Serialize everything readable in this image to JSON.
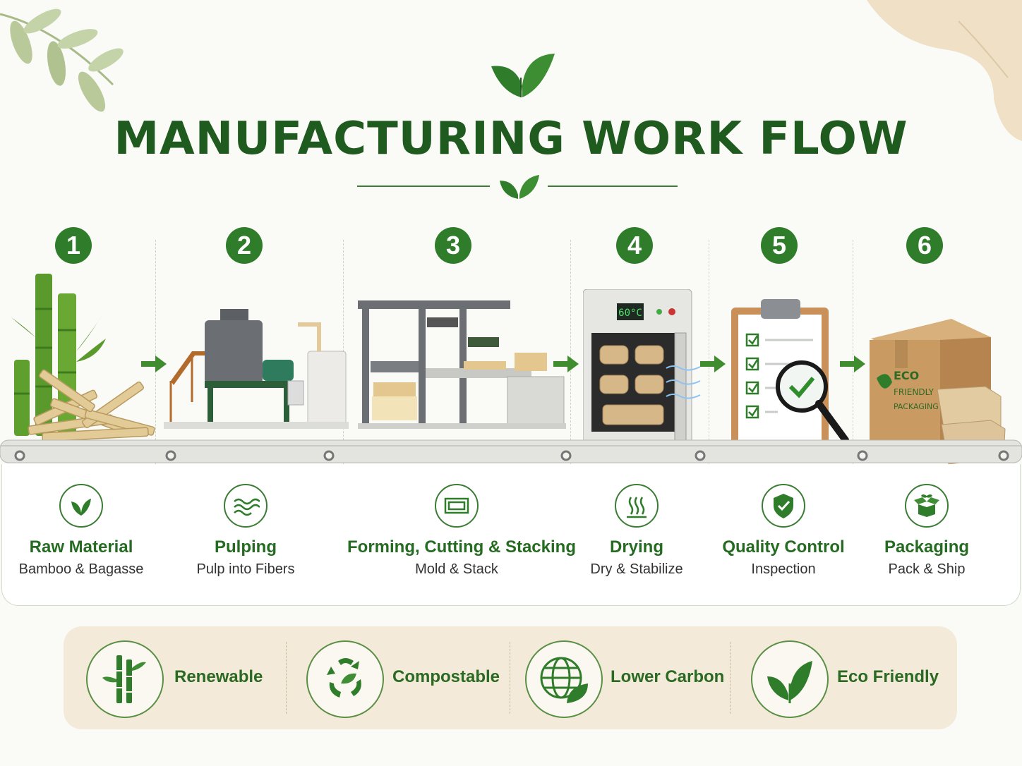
{
  "title": "MANUFACTURING WORK FLOW",
  "steps": [
    {
      "number": "1",
      "title": "Raw Material",
      "subtitle": "Bamboo & Bagasse"
    },
    {
      "number": "2",
      "title": "Pulping",
      "subtitle": "Pulp into Fibers"
    },
    {
      "number": "3",
      "title": "Forming, Cutting & Stacking",
      "subtitle": "Mold & Stack"
    },
    {
      "number": "4",
      "title": "Drying",
      "subtitle": "Dry & Stabilize"
    },
    {
      "number": "5",
      "title": "Quality Control",
      "subtitle": "Inspection"
    },
    {
      "number": "6",
      "title": "Packaging",
      "subtitle": "Pack & Ship"
    }
  ],
  "oven_display": "60°C",
  "box_label": [
    "ECO",
    "FRIENDLY",
    "PACKAGING"
  ],
  "benefits": [
    {
      "label": "Renewable",
      "icon": "bamboo-icon"
    },
    {
      "label": "Compostable",
      "icon": "recycle-icon"
    },
    {
      "label": "Lower Carbon",
      "icon": "globe-leaf-icon"
    },
    {
      "label": "Eco Friendly",
      "icon": "leaf-icon"
    }
  ],
  "colors": {
    "primary_green": "#2f7d2b",
    "title_green": "#1f5a1e",
    "beige": "#f4ead9"
  }
}
